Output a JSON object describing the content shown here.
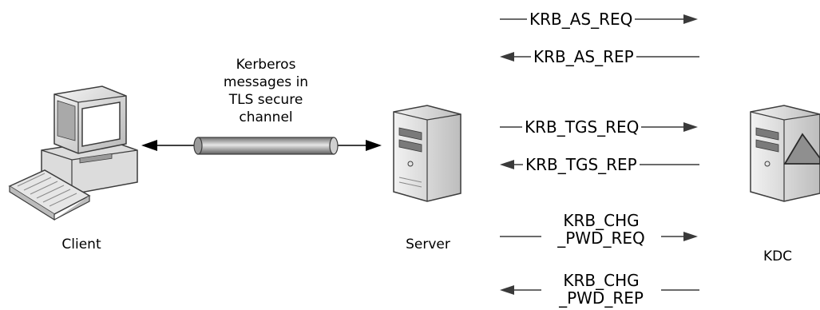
{
  "nodes": {
    "client": "Client",
    "server": "Server",
    "kdc": "KDC"
  },
  "tunnel_label": "Kerberos messages in TLS secure channel",
  "messages": {
    "as_req": "KRB_AS_REQ",
    "as_rep": "KRB_AS_REP",
    "tgs_req": "KRB_TGS_REQ",
    "tgs_rep": "KRB_TGS_REP",
    "chg_req_line1": "KRB_CHG",
    "chg_req_line2": "_PWD_REQ",
    "chg_rep_line1": "KRB_CHG",
    "chg_rep_line2": "_PWD_REP"
  },
  "colors": {
    "pipe": "#8a8a8a",
    "arrow": "#3a3a3a",
    "computer_body": "#d9d9d9",
    "screen": "#ffffff",
    "outline": "#3c3c3c"
  }
}
